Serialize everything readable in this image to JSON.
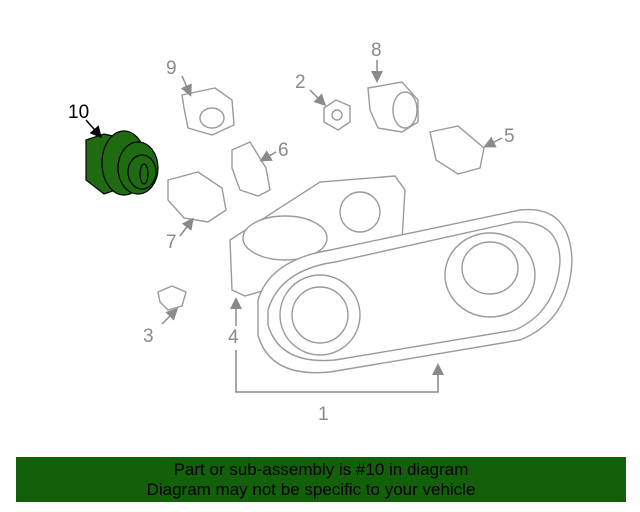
{
  "diagram": {
    "callouts": [
      "1",
      "2",
      "3",
      "4",
      "5",
      "6",
      "7",
      "8",
      "9",
      "10"
    ],
    "highlighted_part": "10",
    "highlight_color": "#1f6b12"
  },
  "banner": {
    "line1": "Part or sub-assembly is #10 in diagram",
    "line2": "Diagram may not be specific to your vehicle",
    "background": "#13600a"
  }
}
